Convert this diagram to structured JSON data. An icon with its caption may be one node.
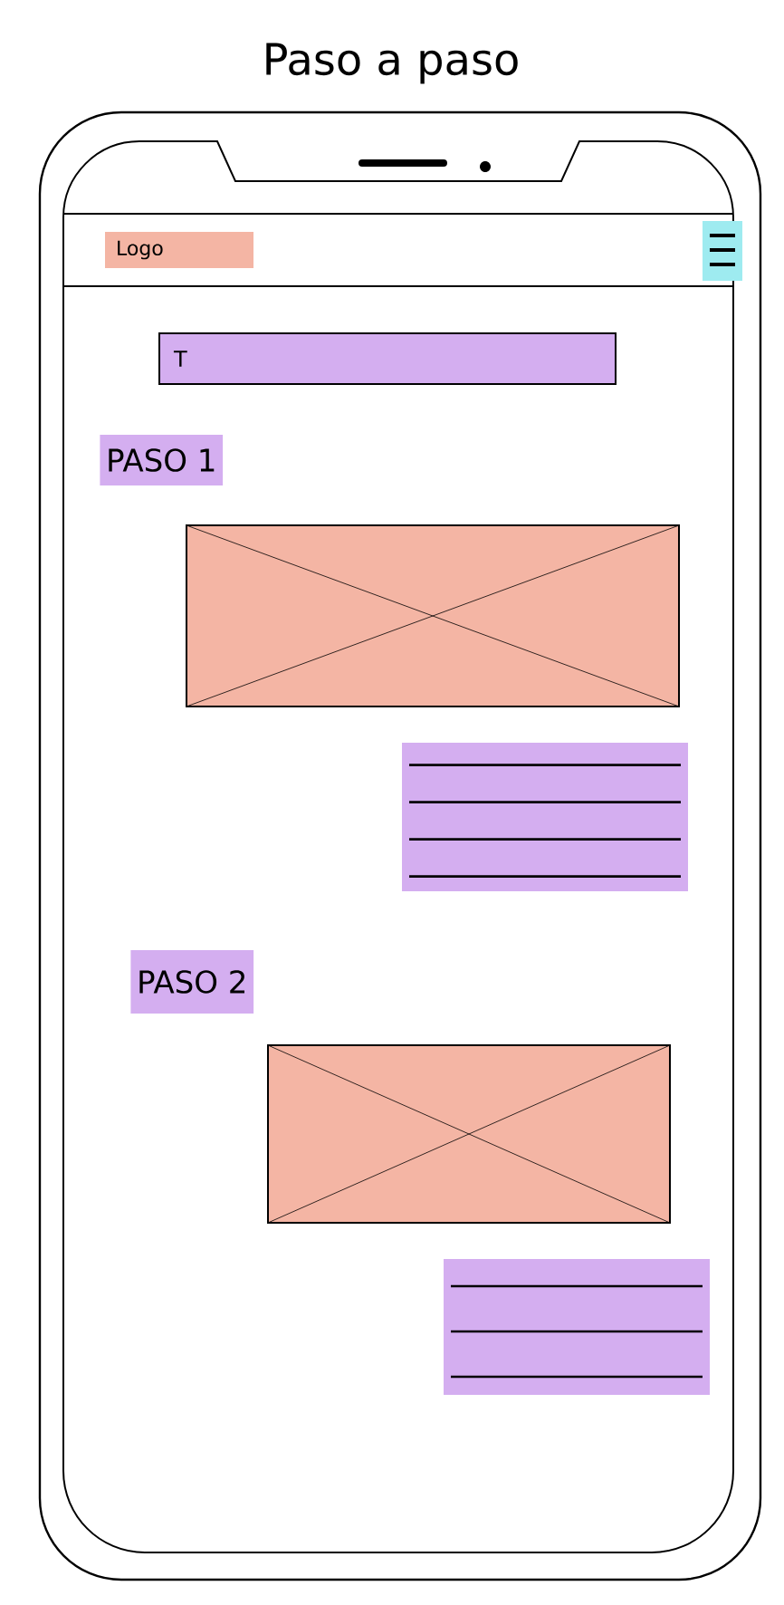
{
  "diagram": {
    "title": "Paso a paso",
    "nodes": [
      {
        "text": [
          "Logo"
        ]
      },
      {
        "text": [
          "T"
        ]
      }
    ],
    "labels": [
      "PASO 1",
      "PASO 2"
    ]
  }
}
